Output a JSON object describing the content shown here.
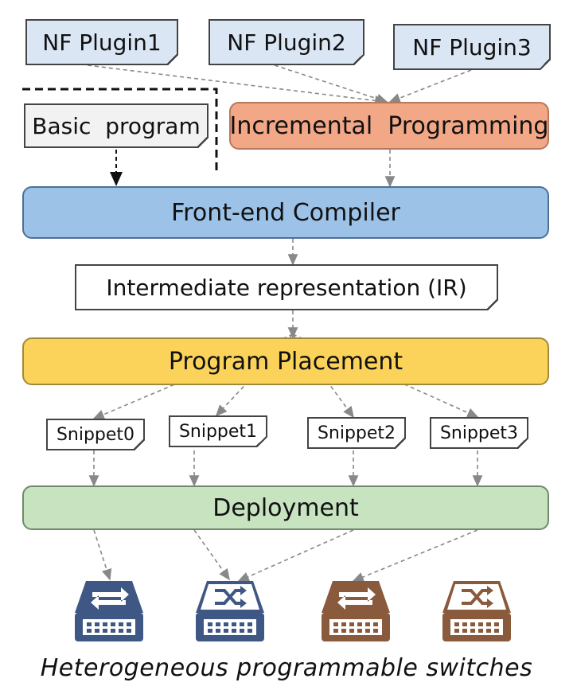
{
  "plugins": [
    "NF Plugin1",
    "NF Plugin2",
    "NF Plugin3"
  ],
  "basic_program": "Basic  program",
  "incremental": "Incremental  Programming",
  "frontend": "Front-end Compiler",
  "ir": "Intermediate representation (IR)",
  "placement": "Program Placement",
  "snippets": [
    "Snippet0",
    "Snippet1",
    "Snippet2",
    "Snippet3"
  ],
  "deployment": "Deployment",
  "caption": "Heterogeneous programmable switches",
  "switches": [
    {
      "icon": "arrows-exchange-icon",
      "color": "#3f5784"
    },
    {
      "icon": "shuffle-icon",
      "color": "#3f5784"
    },
    {
      "icon": "arrows-exchange-icon",
      "color": "#8a5a3c"
    },
    {
      "icon": "shuffle-icon",
      "color": "#8a5a3c"
    }
  ],
  "colors": {
    "incremental": "#f2a887",
    "frontend": "#9cc2e8",
    "placement": "#fbd35a",
    "deployment": "#c7e3c0"
  }
}
